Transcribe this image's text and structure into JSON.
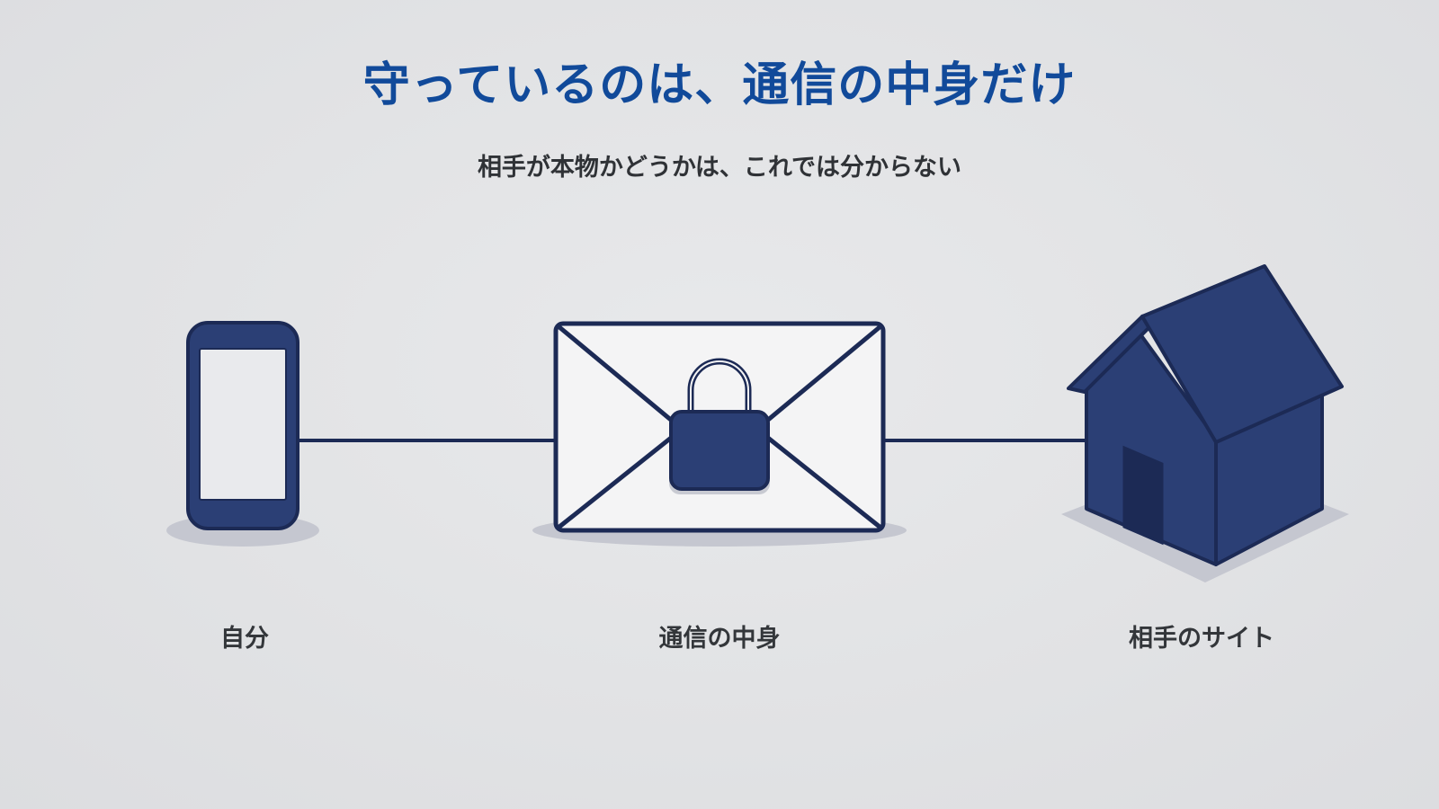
{
  "title": "守っているのは、通信の中身だけ",
  "subtitle": "相手が本物かどうかは、これでは分からない",
  "nodes": [
    {
      "label": "自分",
      "icon": "smartphone-icon"
    },
    {
      "label": "通信の中身",
      "icon": "locked-envelope-icon"
    },
    {
      "label": "相手のサイト",
      "icon": "house-icon"
    }
  ],
  "colors": {
    "title": "#114a9a",
    "navy": "#2b3f75",
    "outline": "#1c2a55",
    "envelope": "#f4f4f5"
  }
}
